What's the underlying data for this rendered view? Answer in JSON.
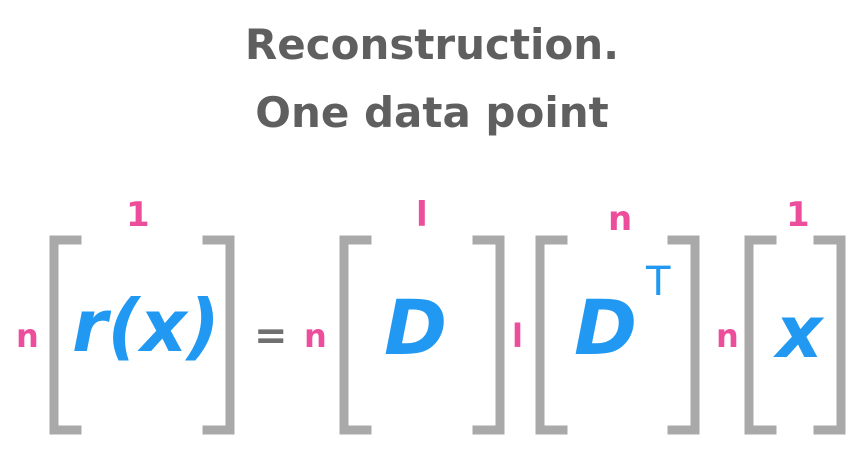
{
  "title": {
    "line1": "Reconstruction.",
    "line2": "One data point"
  },
  "equation": {
    "lhs": {
      "symbol": "r(x)",
      "rows": "n",
      "cols": "1"
    },
    "equals": "=",
    "factors": [
      {
        "symbol": "D",
        "superscript": "",
        "rows": "n",
        "cols": "l"
      },
      {
        "symbol": "D",
        "superscript": "T",
        "rows": "l",
        "cols": "n"
      },
      {
        "symbol": "x",
        "superscript": "",
        "rows": "n",
        "cols": "1"
      }
    ]
  },
  "colors": {
    "title": "#5f5f5f",
    "dimension": "#ec4e9c",
    "symbol": "#2199f2",
    "bracket": "#a9a9a9",
    "operator": "#707070"
  }
}
